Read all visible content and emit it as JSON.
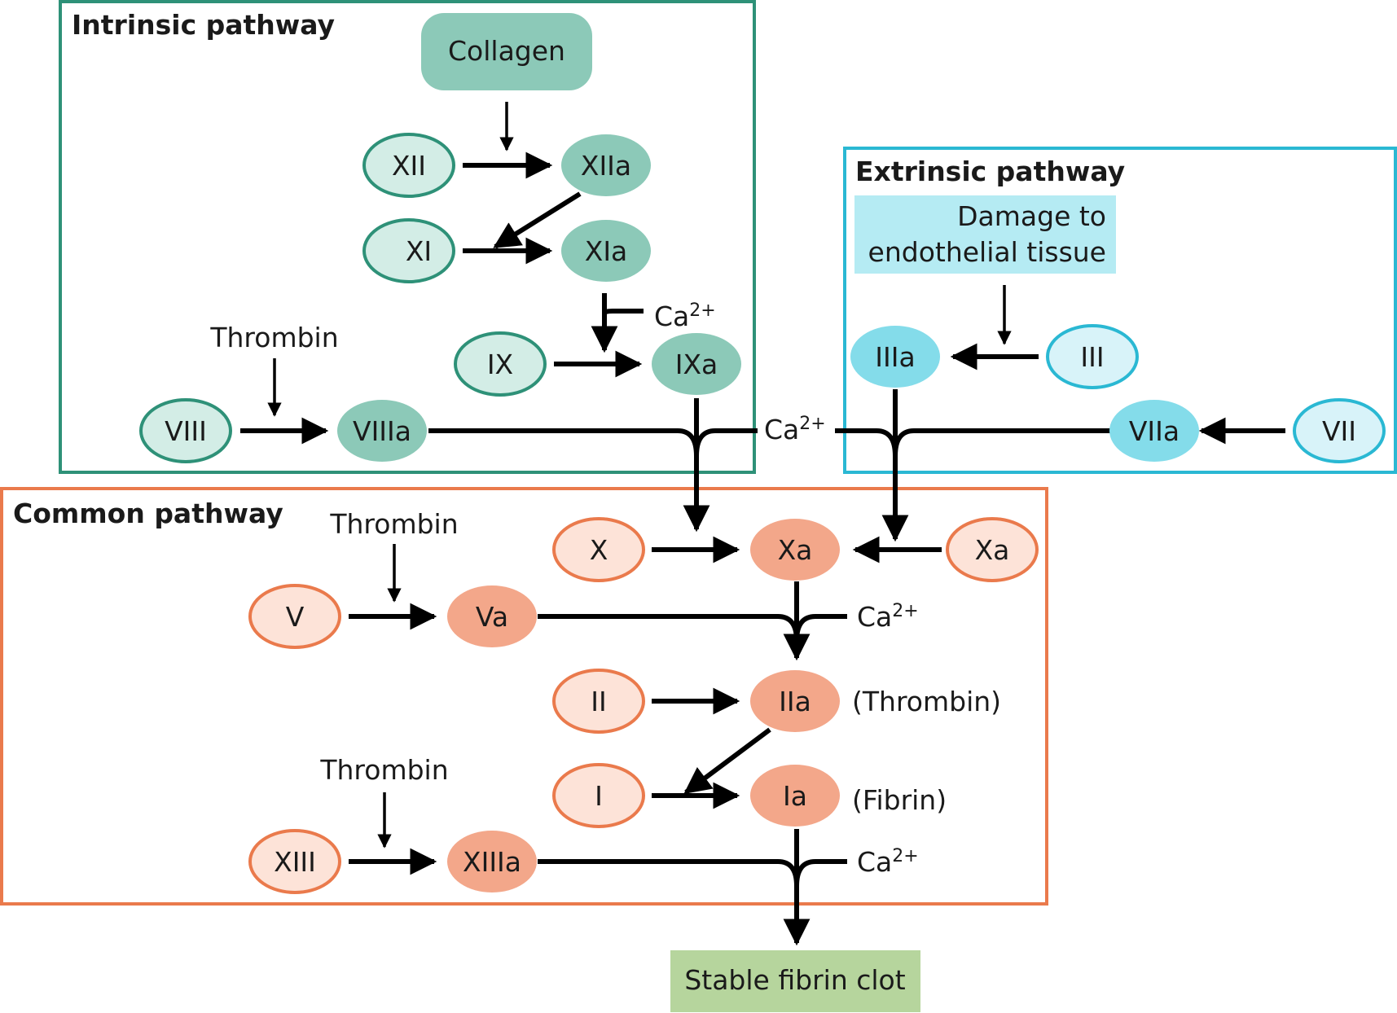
{
  "colors": {
    "intrinsic_border": "#2e9178",
    "intrinsic_light": "#d3ede6",
    "intrinsic_dark": "#8cc9b8",
    "extrinsic_border": "#2ab8d3",
    "extrinsic_light": "#d8f3f9",
    "extrinsic_dark": "#84dcea",
    "common_border": "#ea7a4c",
    "common_light": "#fde3d8",
    "common_dark": "#f3a78a",
    "collagen_fill": "#8cc9b8",
    "damage_fill": "#b5ebf3",
    "clot_fill": "#b6d59d"
  },
  "sections": {
    "intrinsic": "Intrinsic pathway",
    "extrinsic": "Extrinsic pathway",
    "common": "Common pathway"
  },
  "boxes": {
    "collagen": "Collagen",
    "damage_line1": "Damage to",
    "damage_line2": "endothelial tissue",
    "clot": "Stable fibrin clot"
  },
  "factors": {
    "XII": "XII",
    "XIIa": "XIIa",
    "XI": "XI",
    "XIa": "XIa",
    "IX": "IX",
    "IXa": "IXa",
    "VIII": "VIII",
    "VIIIa": "VIIIa",
    "III": "III",
    "IIIa": "IIIa",
    "VII": "VII",
    "VIIa": "VIIa",
    "X": "X",
    "Xa": "Xa",
    "Xa_ext": "Xa",
    "V": "V",
    "Va": "Va",
    "II": "II",
    "IIa": "IIa",
    "I": "I",
    "Ia": "Ia",
    "XIII": "XIII",
    "XIIIa": "XIIIa"
  },
  "labels": {
    "thrombin": "Thrombin",
    "ca": "Ca",
    "ca_sup": "2+",
    "thrombin_paren": "(Thrombin)",
    "fibrin_paren": "(Fibrin)"
  }
}
